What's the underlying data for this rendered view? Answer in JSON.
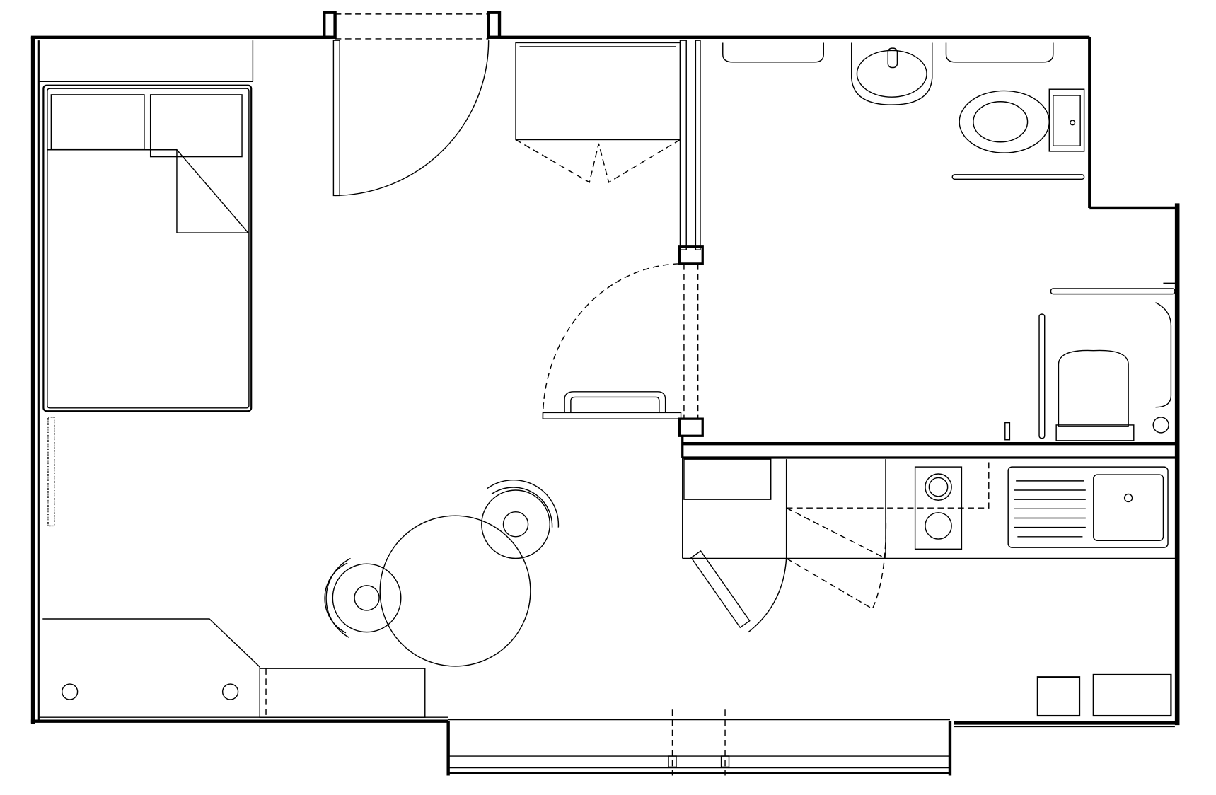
{
  "plan": {
    "line_color": "#000000",
    "background_color": "#ffffff",
    "rooms": [
      "bedroom-living",
      "bathroom",
      "kitchenette"
    ],
    "fixtures": [
      "double-bed",
      "wardrobe",
      "round-table",
      "chair",
      "chair",
      "sink",
      "toilet",
      "shower-seat",
      "hob",
      "kitchen-sink",
      "desk",
      "grab-rail"
    ]
  }
}
